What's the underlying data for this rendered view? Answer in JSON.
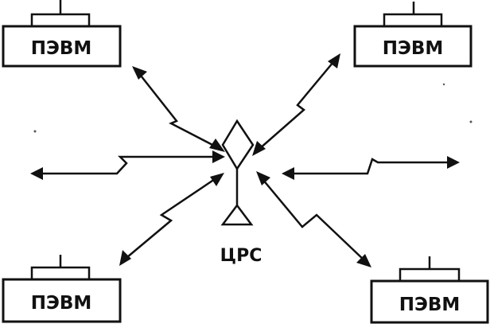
{
  "terminals": [
    {
      "id": "top-left",
      "label": "ПЭВМ"
    },
    {
      "id": "top-right",
      "label": "ПЭВМ"
    },
    {
      "id": "bottom-left",
      "label": "ПЭВМ"
    },
    {
      "id": "bottom-right",
      "label": "ПЭВМ"
    }
  ],
  "center": {
    "label": "ЦРС"
  }
}
